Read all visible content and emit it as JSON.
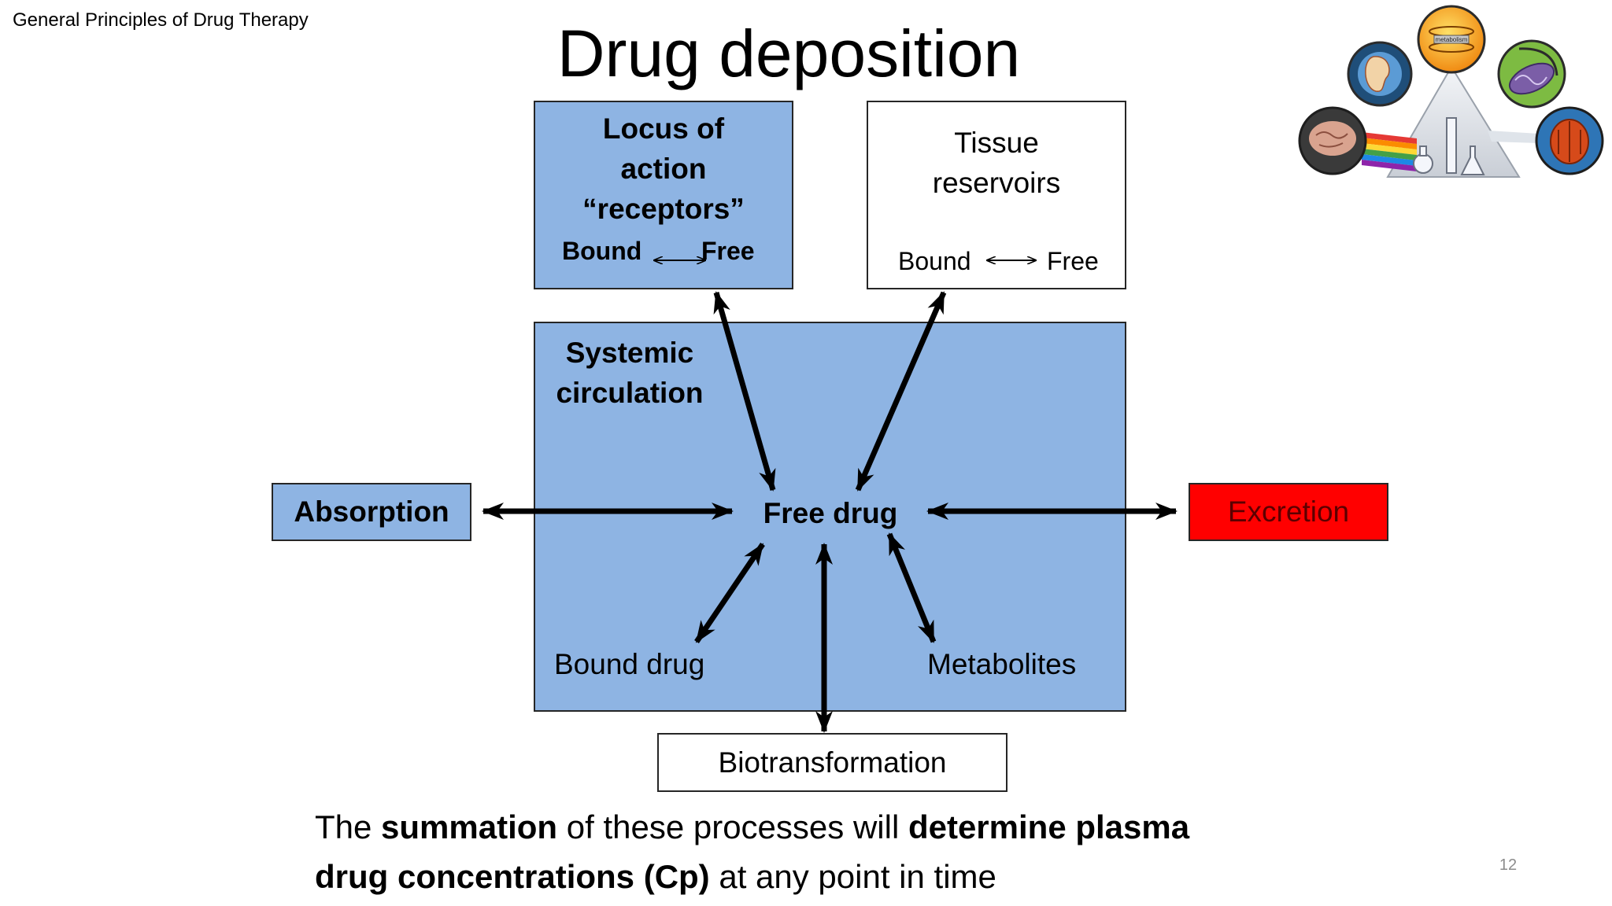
{
  "header": {
    "course_title": "General Principles of Drug Therapy",
    "page_number": "12"
  },
  "title": "Drug deposition",
  "colors": {
    "blue_fill": "#8eb4e3",
    "excretion_fill": "#ff0000",
    "excretion_text": "#5c0000",
    "arrow": "#000000"
  },
  "diagram": {
    "locus_of_action": {
      "line1": "Locus of",
      "line2": "action",
      "line3": "“receptors”",
      "bound": "Bound",
      "free": "Free"
    },
    "tissue_reservoirs": {
      "line1": "Tissue",
      "line2": "reservoirs",
      "bound": "Bound",
      "free": "Free"
    },
    "systemic_circulation": {
      "line1": "Systemic",
      "line2": "circulation"
    },
    "free_drug": "Free drug",
    "bound_drug": "Bound drug",
    "metabolites": "Metabolites",
    "absorption": "Absorption",
    "excretion": "Excretion",
    "biotransformation": "Biotransformation"
  },
  "summary": {
    "line1": [
      "The ",
      "summation",
      " of these processes will ",
      "determine plasma"
    ],
    "line2": [
      "drug concentrations (Cp)",
      " at any point in time"
    ]
  },
  "logo": {
    "text": "metabolism",
    "icons": [
      "metabolism-globe-icon",
      "kidney-icon",
      "mitochondria-icon",
      "brain-icon",
      "organ-icon",
      "prism-icon",
      "lab-glassware-icon"
    ]
  }
}
